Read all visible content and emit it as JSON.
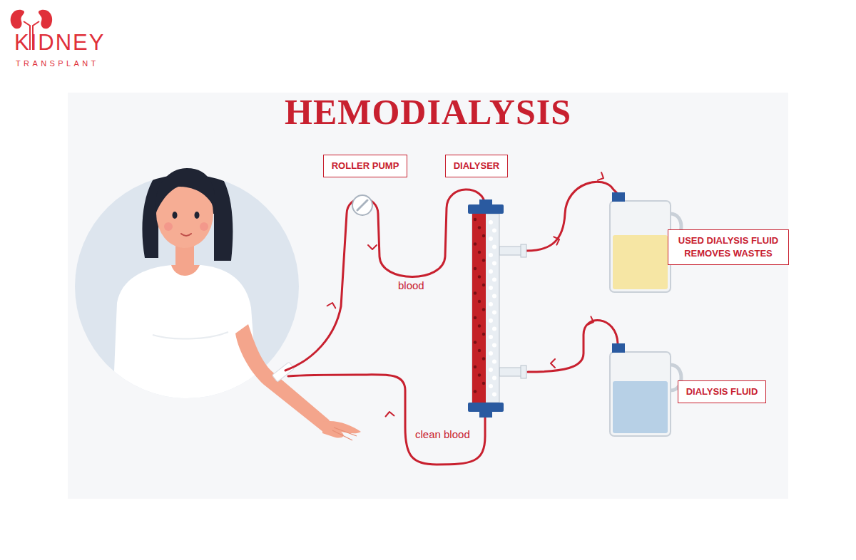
{
  "diagram": {
    "title": "HEMODIALYSIS",
    "nodes": [
      {
        "text": [
          "ROLLER PUMP"
        ]
      },
      {
        "text": [
          "DIALYSER"
        ]
      },
      {
        "text": [
          "USED DIALYSIS FLUID REMOVES WASTES"
        ]
      },
      {
        "text": [
          "DIALYSIS FLUID"
        ]
      }
    ],
    "labels": [
      "KIDNEY",
      "TRANSPLANT",
      "blood",
      "clean blood"
    ]
  }
}
